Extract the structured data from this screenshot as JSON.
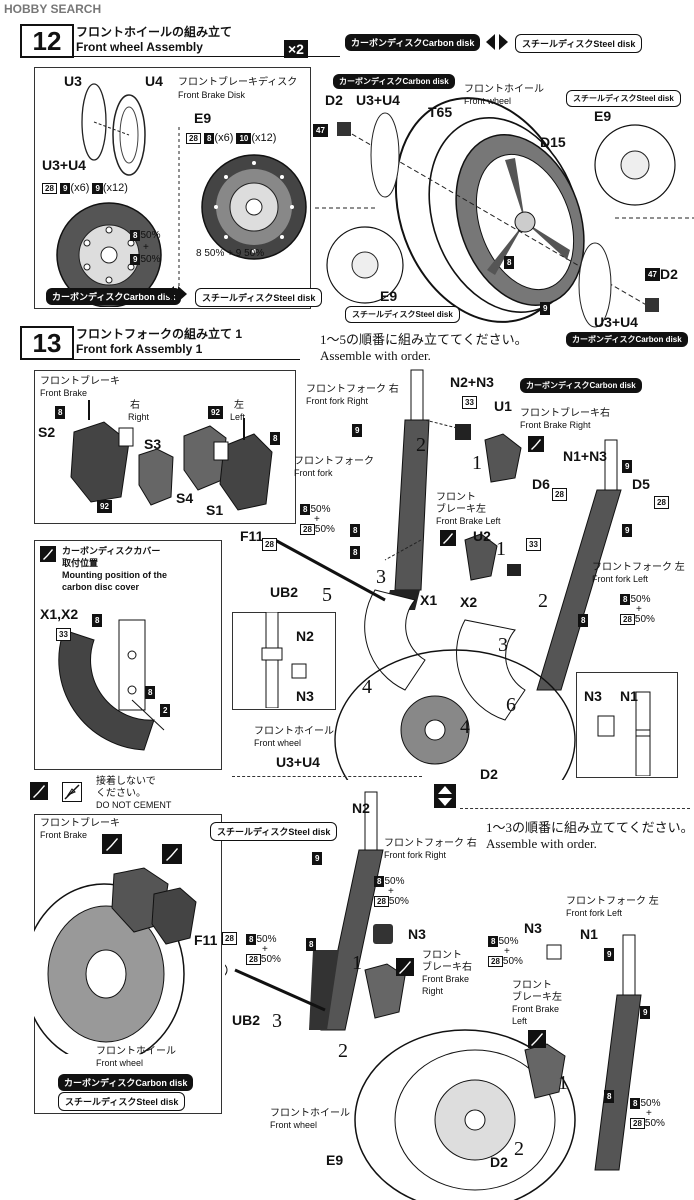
{
  "watermark": "HOBBY SEARCH",
  "step12": {
    "number": "12",
    "title_jp": "フロントホイールの組み立て",
    "title_en": "Front wheel Assembly",
    "multiplier": "×2",
    "carbon_badge": "カーボンディスクCarbon disk",
    "steel_badge": "スチールディスクSteel disk",
    "inset": {
      "u3": "U3",
      "u4": "U4",
      "disk_jp": "フロントブレーキディスク",
      "disk_en": "Front Brake Disk",
      "e9": "E9",
      "u3u4": "U3+U4",
      "p28": "28",
      "p8": "8",
      "x6a": "(x6)",
      "p10": "10",
      "x12a": "(x12)",
      "p9a": "9",
      "x6b": "(x6)",
      "p9b": "9",
      "x12b": "(x12)",
      "mix_e9": "8 50% + 9 50%",
      "mix_u": "8 50%  +  9 50%",
      "p8c": "8",
      "pct1": "50%",
      "plus": "+",
      "p9c": "9",
      "pct2": "50%"
    },
    "main": {
      "carbon_badge_top": "カーボンディスクCarbon disk",
      "d2a": "D2",
      "u3u4a": "U3+U4",
      "t65": "T65",
      "wheel_jp": "フロントホイール",
      "wheel_en": "Front wheel",
      "steel_badge_top": "スチールディスクSteel disk",
      "e9a": "E9",
      "d15": "D15",
      "p47a": "47",
      "p8": "8",
      "p9": "9",
      "e9b": "E9",
      "steel_badge_bottom": "スチールディスクSteel disk",
      "p47b": "47",
      "d2b": "D2",
      "u3u4b": "U3+U4",
      "carbon_badge_bottom": "カーボンディスクCarbon disk"
    }
  },
  "step13": {
    "number": "13",
    "title_jp": "フロントフォークの組み立て 1",
    "title_en": "Front fork Assembly 1",
    "order_jp": "1〜5の順番に組み立ててください。",
    "order_en": "Assemble with order.",
    "brake_inset": {
      "jp": "フロントブレーキ",
      "en": "Front Brake",
      "right_jp": "右",
      "right_en": "Right",
      "left_jp": "左",
      "left_en": "Left",
      "s2": "S2",
      "s3": "S3",
      "s4": "S4",
      "s1": "S1",
      "p8a": "8",
      "p92a": "92",
      "p92b": "92",
      "p8b": "8"
    },
    "cover_inset": {
      "jp1": "カーボンディスクカバー",
      "jp2": "取付位置",
      "en1": "Mounting position of the",
      "en2": "carbon disc cover",
      "x1x2": "X1,X2",
      "p33": "33",
      "p8a": "8",
      "p8b": "8",
      "p2": "2"
    },
    "labels": {
      "n2n3": "N2+N3",
      "fork_right_jp": "フロントフォーク 右",
      "fork_right_en": "Front fork Right",
      "p33": "33",
      "u1": "U1",
      "carbon_badge": "カーボンディスクCarbon disk",
      "brake_right_jp": "フロントブレーキ右",
      "brake_right_en": "Front Brake Right",
      "p9a": "9",
      "fork_jp": "フロントフォーク",
      "fork_en": "Front fork",
      "n1n3": "N1+N3",
      "p9b": "9",
      "d6": "D6",
      "d5": "D5",
      "p28a": "28",
      "p28b": "28",
      "brake_left_jp1": "フロント",
      "brake_left_jp2": "ブレーキ左",
      "brake_left_en": "Front Brake Left",
      "u2": "U2",
      "p33b": "33",
      "mix1a": "8",
      "mix1b": "50%",
      "mix1c": "+",
      "mix1d": "28",
      "mix1e": "50%",
      "p8a": "8",
      "p8b": "8",
      "f11": "F11",
      "p28c": "28",
      "fork_left_jp": "フロントフォーク 左",
      "fork_left_en": "Front fork Left",
      "ub2": "UB2",
      "x1": "X1",
      "x2": "X2",
      "p9c": "9",
      "mix2a": "8",
      "mix2b": "50%",
      "mix2c": "+",
      "mix2d": "28",
      "mix2e": "50%",
      "p8c": "8",
      "n2": "N2",
      "n3a": "N3",
      "n3b": "N3",
      "n1": "N1",
      "wheel_jp": "フロントホイール",
      "wheel_en": "Front wheel",
      "u3u4": "U3+U4",
      "d2": "D2"
    },
    "seq": {
      "s1": "1",
      "s2": "2",
      "s3": "3",
      "s4a": "4",
      "s4b": "4",
      "s5": "5",
      "s6": "6",
      "s1b": "1",
      "s2b": "2",
      "s3b": "3"
    }
  },
  "lower": {
    "cement_jp": "接着しないで",
    "cement_jp2": "ください。",
    "cement_en": "DO NOT CEMENT",
    "brake_inset_jp": "フロントブレーキ",
    "brake_inset_en": "Front Brake",
    "wheel_inset_jp": "フロントホイール",
    "wheel_inset_en": "Front wheel",
    "carbon_badge": "カーボンディスクCarbon disk",
    "steel_badge": "スチールディスクSteel disk",
    "steel_badge_main": "スチールディスクSteel disk",
    "order_jp": "1〜3の順番に組み立ててください。",
    "order_en": "Assemble with order.",
    "n2": "N2",
    "p9a": "9",
    "fork_right_jp": "フロントフォーク 右",
    "fork_right_en": "Front fork Right",
    "mixa1": "8",
    "mixa2": "50%",
    "mixa3": "+",
    "mixa4": "28",
    "mixa5": "50%",
    "n3": "N3",
    "p8a": "8",
    "f11": "F11",
    "p28": "28",
    "mixb1": "8",
    "mixb2": "50%",
    "mixb3": "+",
    "mixb4": "28",
    "mixb5": "50%",
    "brake_right_jp1": "フロント",
    "brake_right_jp2": "ブレーキ右",
    "brake_right_en1": "Front Brake",
    "brake_right_en2": "Right",
    "ub2": "UB2",
    "n3b": "N3",
    "mixc1": "8",
    "mixc2": "50%",
    "mixc3": "+",
    "mixc4": "28",
    "mixc5": "50%",
    "brake_left_jp1": "フロント",
    "brake_left_jp2": "ブレーキ左",
    "brake_left_en1": "Front Brake",
    "brake_left_en2": "Left",
    "fork_left_jp": "フロントフォーク 左",
    "fork_left_en": "Front fork Left",
    "n1": "N1",
    "p9b": "9",
    "p9c": "9",
    "p8b": "8",
    "mixd1": "8",
    "mixd2": "50%",
    "mixd3": "+",
    "mixd4": "28",
    "mixd5": "50%",
    "wheel_jp": "フロントホイール",
    "wheel_en": "Front wheel",
    "e9": "E9",
    "d2": "D2",
    "seq1": "1",
    "seq2": "2",
    "seq3": "3",
    "seq1b": "1",
    "seq2b": "2"
  }
}
